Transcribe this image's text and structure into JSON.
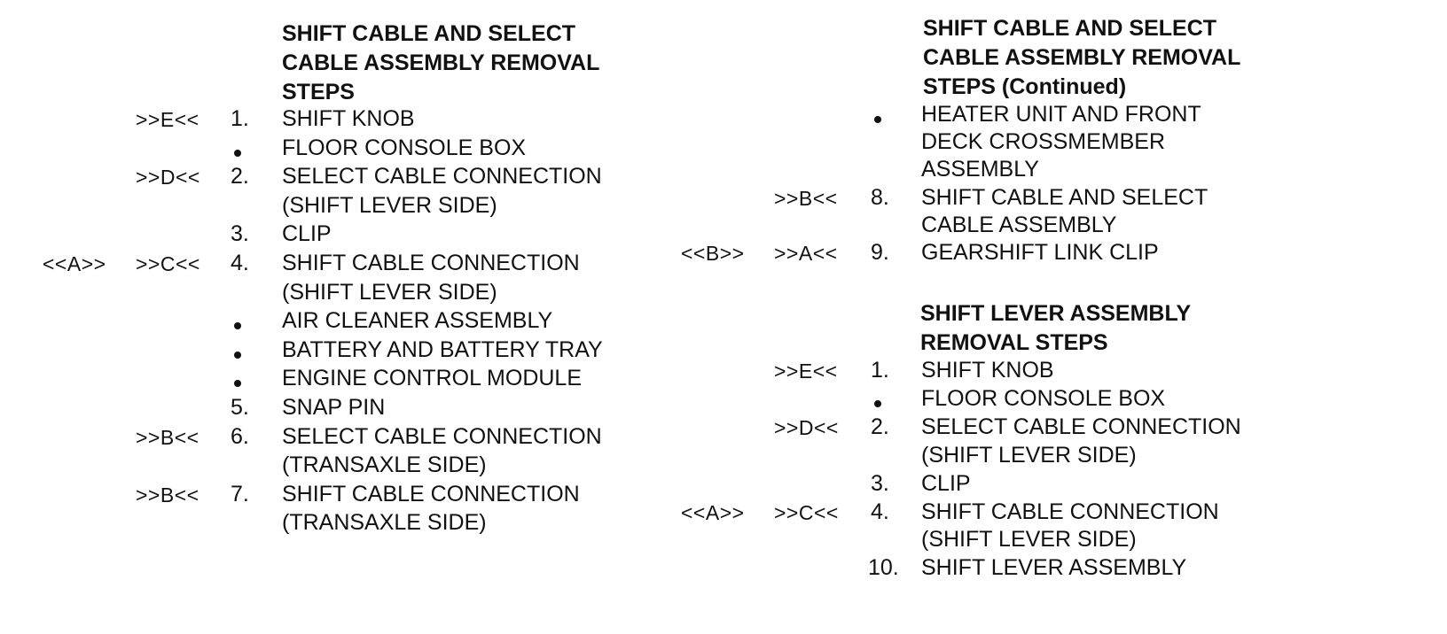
{
  "left": {
    "heading": "SHIFT CABLE AND SELECT\nCABLE ASSEMBLY REMOVAL\nSTEPS",
    "items": [
      {
        "ref_a": "",
        "ref_b": ">>E<<",
        "num": "1.",
        "bullet": false,
        "lines": [
          "SHIFT KNOB"
        ]
      },
      {
        "ref_a": "",
        "ref_b": "",
        "num": "",
        "bullet": true,
        "lines": [
          "FLOOR CONSOLE BOX"
        ]
      },
      {
        "ref_a": "",
        "ref_b": ">>D<<",
        "num": "2.",
        "bullet": false,
        "lines": [
          "SELECT CABLE CONNECTION",
          "(SHIFT LEVER SIDE)"
        ]
      },
      {
        "ref_a": "",
        "ref_b": "",
        "num": "3.",
        "bullet": false,
        "lines": [
          "CLIP"
        ]
      },
      {
        "ref_a": "<<A>>",
        "ref_b": ">>C<<",
        "num": "4.",
        "bullet": false,
        "lines": [
          "SHIFT CABLE CONNECTION",
          "(SHIFT LEVER SIDE)"
        ]
      },
      {
        "ref_a": "",
        "ref_b": "",
        "num": "",
        "bullet": true,
        "lines": [
          "AIR CLEANER ASSEMBLY"
        ]
      },
      {
        "ref_a": "",
        "ref_b": "",
        "num": "",
        "bullet": true,
        "lines": [
          "BATTERY AND BATTERY TRAY"
        ]
      },
      {
        "ref_a": "",
        "ref_b": "",
        "num": "",
        "bullet": true,
        "lines": [
          "ENGINE CONTROL MODULE"
        ]
      },
      {
        "ref_a": "",
        "ref_b": "",
        "num": "5.",
        "bullet": false,
        "lines": [
          "SNAP PIN"
        ]
      },
      {
        "ref_a": "",
        "ref_b": ">>B<<",
        "num": "6.",
        "bullet": false,
        "lines": [
          "SELECT CABLE CONNECTION",
          "(TRANSAXLE SIDE)"
        ]
      },
      {
        "ref_a": "",
        "ref_b": ">>B<<",
        "num": "7.",
        "bullet": false,
        "lines": [
          "SHIFT CABLE CONNECTION",
          "(TRANSAXLE SIDE)"
        ]
      }
    ]
  },
  "right": {
    "heading1": "SHIFT CABLE AND SELECT\nCABLE ASSEMBLY REMOVAL\nSTEPS (Continued)",
    "items1": [
      {
        "ref_a": "",
        "ref_b": "",
        "num": "",
        "bullet": true,
        "lines": [
          "HEATER UNIT AND FRONT",
          "DECK CROSSMEMBER",
          "ASSEMBLY"
        ]
      },
      {
        "ref_a": "",
        "ref_b": ">>B<<",
        "num": "8.",
        "bullet": false,
        "lines": [
          "SHIFT CABLE AND SELECT",
          "CABLE ASSEMBLY"
        ]
      },
      {
        "ref_a": "<<B>>",
        "ref_b": ">>A<<",
        "num": "9.",
        "bullet": false,
        "lines": [
          "GEARSHIFT LINK CLIP"
        ]
      }
    ],
    "heading2": "SHIFT LEVER ASSEMBLY\nREMOVAL STEPS",
    "items2": [
      {
        "ref_a": "",
        "ref_b": ">>E<<",
        "num": "1.",
        "bullet": false,
        "lines": [
          "SHIFT KNOB"
        ]
      },
      {
        "ref_a": "",
        "ref_b": "",
        "num": "",
        "bullet": true,
        "lines": [
          "FLOOR CONSOLE BOX"
        ]
      },
      {
        "ref_a": "",
        "ref_b": ">>D<<",
        "num": "2.",
        "bullet": false,
        "lines": [
          "SELECT CABLE CONNECTION",
          "(SHIFT LEVER SIDE)"
        ]
      },
      {
        "ref_a": "",
        "ref_b": "",
        "num": "3.",
        "bullet": false,
        "lines": [
          "CLIP"
        ]
      },
      {
        "ref_a": "<<A>>",
        "ref_b": ">>C<<",
        "num": "4.",
        "bullet": false,
        "lines": [
          "SHIFT CABLE CONNECTION",
          "(SHIFT LEVER SIDE)"
        ]
      },
      {
        "ref_a": "",
        "ref_b": "",
        "num": "10.",
        "bullet": false,
        "lines": [
          "SHIFT LEVER ASSEMBLY"
        ]
      }
    ]
  }
}
